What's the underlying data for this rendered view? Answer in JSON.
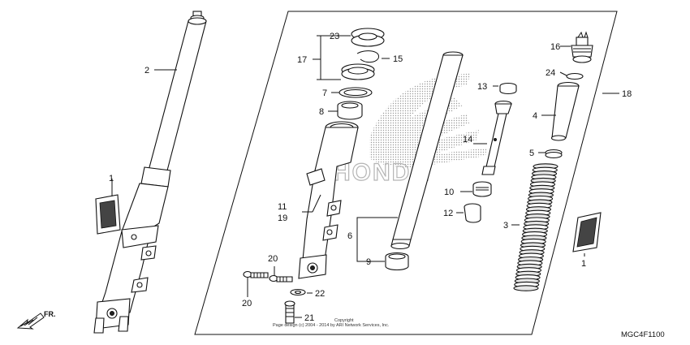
{
  "diagram": {
    "code": "MGC4F1100",
    "direction_label": "FR.",
    "copyright_lines": [
      "Copyright",
      "Page design (c) 2004 - 2014 by ARI Network Services, Inc."
    ],
    "watermark_text": "HONDA",
    "callouts": {
      "c1a": "1",
      "c1b": "1",
      "c2": "2",
      "c3": "3",
      "c4": "4",
      "c5": "5",
      "c6": "6",
      "c7": "7",
      "c8": "8",
      "c9": "9",
      "c10": "10",
      "c11": "11",
      "c12": "12",
      "c13": "13",
      "c14": "14",
      "c15": "15",
      "c16": "16",
      "c17": "17",
      "c18": "18",
      "c19": "19",
      "c20a": "20",
      "c20b": "20",
      "c21": "21",
      "c22": "22",
      "c23": "23",
      "c24": "24"
    }
  }
}
